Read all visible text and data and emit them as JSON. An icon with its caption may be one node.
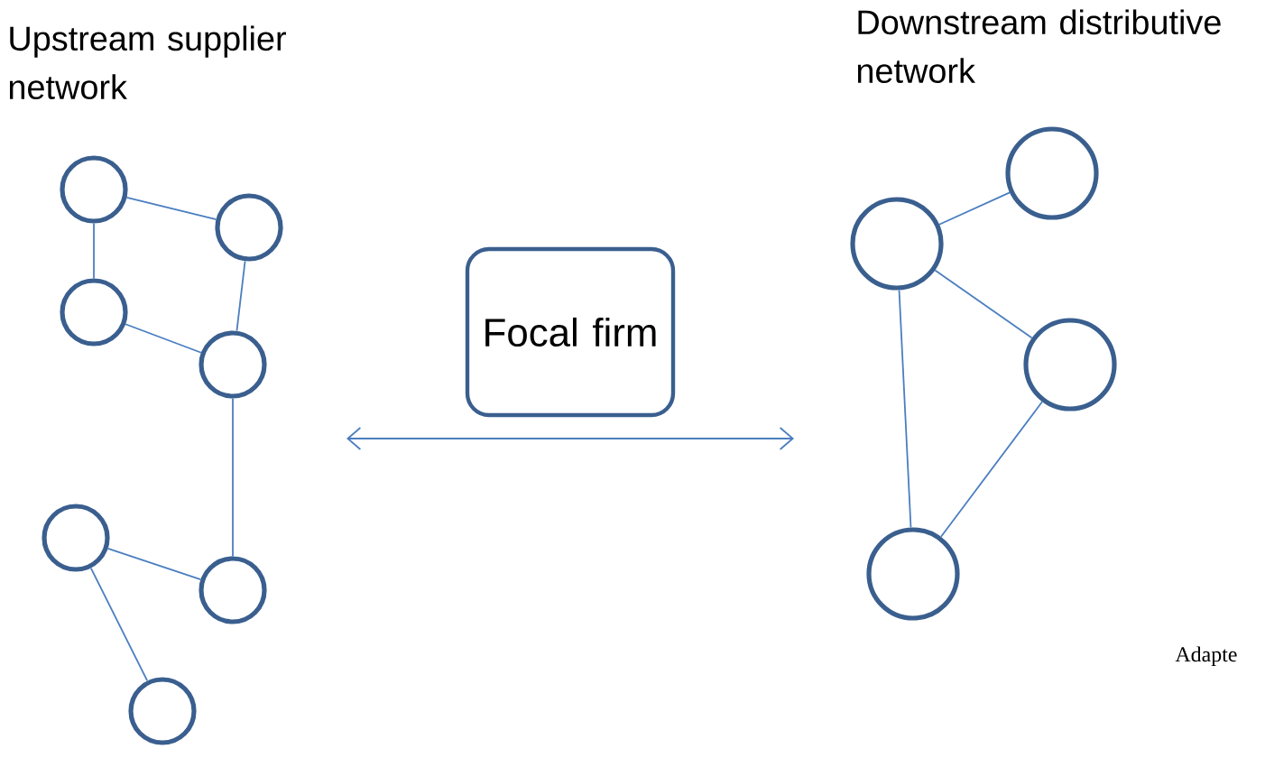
{
  "diagram": {
    "nodes": [
      {
        "text": [],
        "shape": "circle"
      },
      {
        "text": [],
        "shape": "circle"
      },
      {
        "text": [],
        "shape": "circle"
      },
      {
        "text": [],
        "shape": "circle"
      },
      {
        "text": [],
        "shape": "circle"
      },
      {
        "text": [],
        "shape": "circle"
      },
      {
        "text": [],
        "shape": "circle"
      },
      {
        "text": [
          "Focal firm"
        ]
      },
      {
        "text": [],
        "shape": "circle"
      },
      {
        "text": [],
        "shape": "circle"
      },
      {
        "text": [],
        "shape": "circle"
      },
      {
        "text": [],
        "shape": "circle"
      }
    ],
    "edges": [
      {
        "from": 0,
        "to": 1,
        "arrow": "none"
      },
      {
        "from": 0,
        "to": 2,
        "arrow": "none"
      },
      {
        "from": 1,
        "to": 3,
        "arrow": "none"
      },
      {
        "from": 2,
        "to": 3,
        "arrow": "none"
      },
      {
        "from": 3,
        "to": 4,
        "arrow": "none"
      },
      {
        "from": 5,
        "to": 4,
        "arrow": "none"
      },
      {
        "from": 5,
        "to": 6,
        "arrow": "none"
      },
      {
        "from": 8,
        "to": 9,
        "arrow": "none"
      },
      {
        "from": 8,
        "to": 10,
        "arrow": "none"
      },
      {
        "from": 8,
        "to": 11,
        "arrow": "none"
      },
      {
        "from": 10,
        "to": 11,
        "arrow": "none"
      }
    ],
    "labels": [
      "Upstream supplier network",
      "Downstream distributive network",
      "Adapte"
    ]
  }
}
